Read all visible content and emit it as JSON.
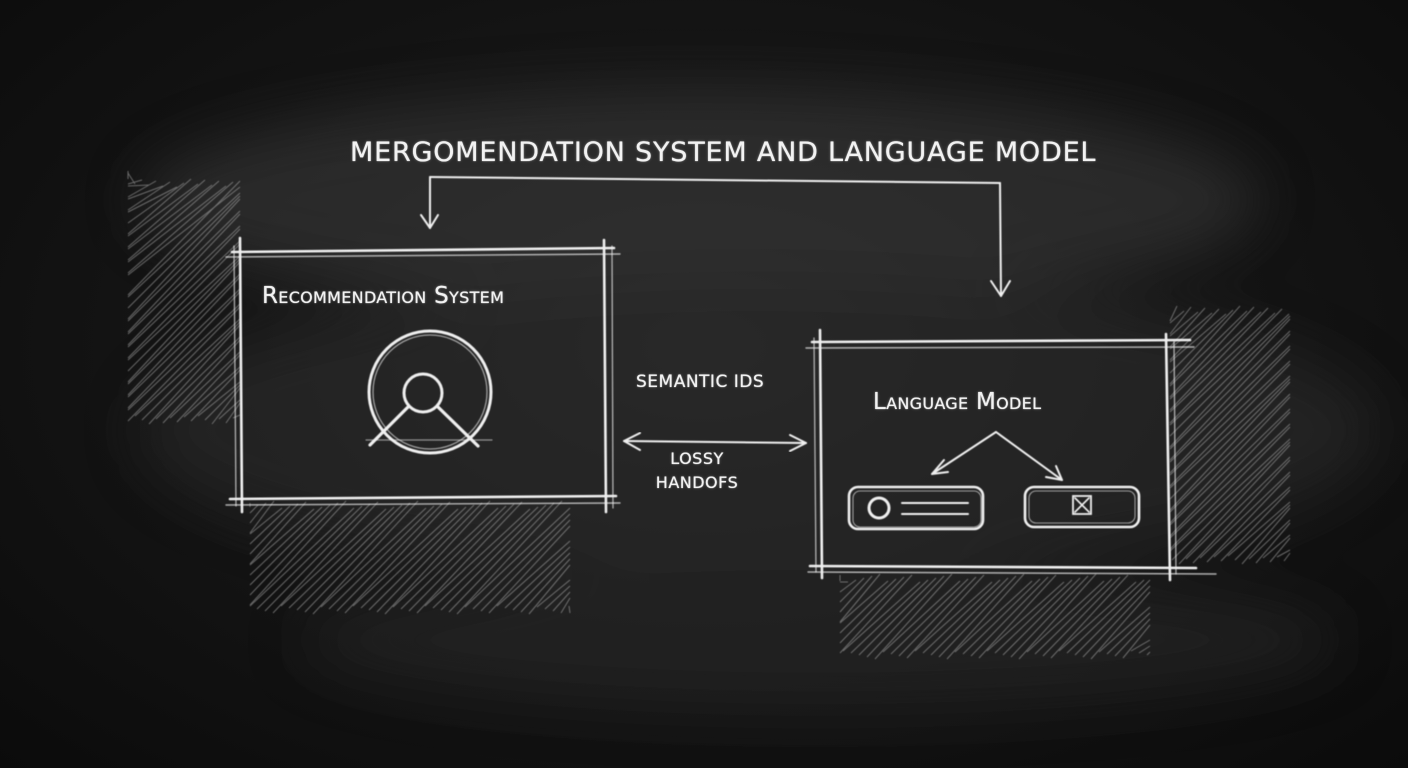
{
  "diagram": {
    "title": "MERGOMENDATION SYSTEM AND LANGUAGE MODEL",
    "left_box": {
      "label": "Recommendation System",
      "icon": "search-person-icon"
    },
    "right_box": {
      "label": "Language Model",
      "items": [
        {
          "icon": "radio-circle-icon",
          "name": "output-pill-left"
        },
        {
          "icon": "x-box-icon",
          "name": "output-pill-right"
        }
      ]
    },
    "connector": {
      "top_label": "SEMANTIC IDS",
      "bottom_label_lines": [
        "LOSSY",
        "HANDOFS"
      ],
      "direction": "bidirectional"
    },
    "colors": {
      "chalk": "#f2f2f2",
      "board": "#161616"
    }
  }
}
